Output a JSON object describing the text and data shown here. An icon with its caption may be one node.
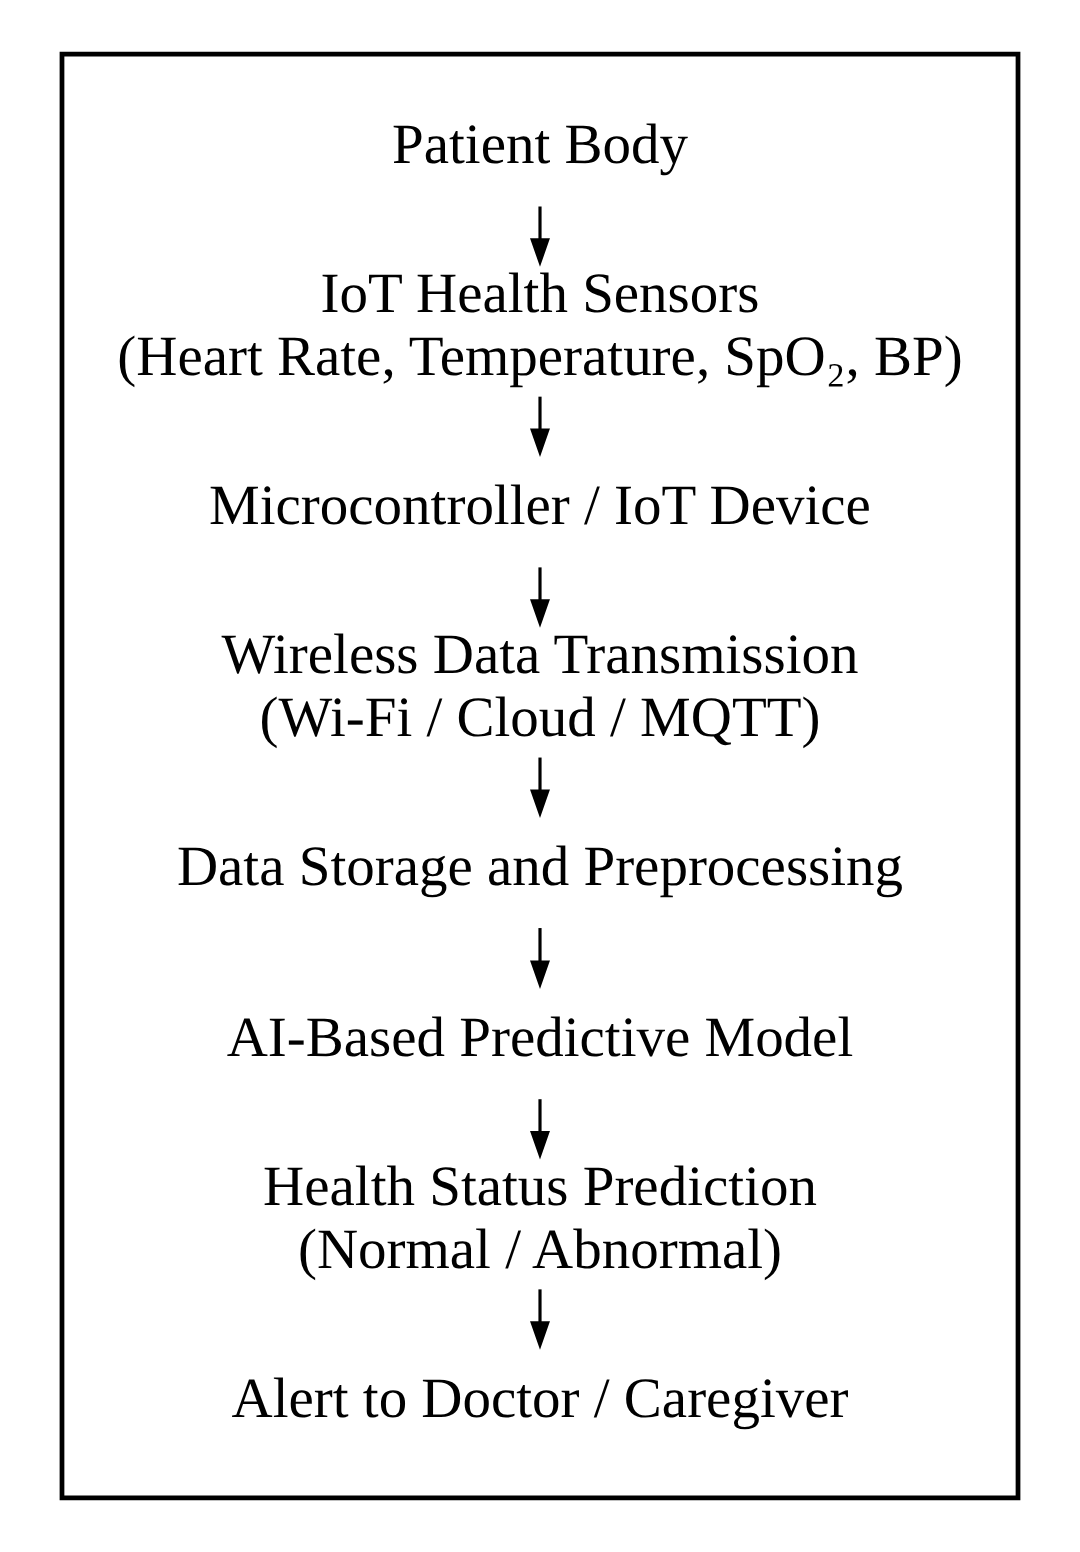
{
  "diagram": {
    "nodes": [
      {
        "text": [],
        "shape": "box"
      },
      {
        "text": [
          "Patient Body"
        ],
        "in": 0
      },
      {
        "text": [
          "IoT Health Sensors",
          "(Heart Rate, Temperature, SpO₂, BP)"
        ],
        "in": 0
      },
      {
        "text": [
          "Microcontroller / IoT Device"
        ],
        "in": 0
      },
      {
        "text": [
          "Wireless Data Transmission",
          "(Wi-Fi / Cloud / MQTT)"
        ],
        "in": 0
      },
      {
        "text": [
          "Data Storage and Preprocessing"
        ],
        "in": 0
      },
      {
        "text": [
          "AI-Based Predictive Model"
        ],
        "in": 0
      },
      {
        "text": [
          "Health Status Prediction",
          "(Normal / Abnormal)"
        ],
        "in": 0
      },
      {
        "text": [
          "Alert to Doctor / Caregiver"
        ],
        "in": 0
      }
    ],
    "edges": [
      {
        "from": 1,
        "to": 2,
        "arrow": "to"
      },
      {
        "from": 2,
        "to": 3,
        "arrow": "to"
      },
      {
        "from": 3,
        "to": 4,
        "arrow": "to"
      },
      {
        "from": 4,
        "to": 5,
        "arrow": "to"
      },
      {
        "from": 5,
        "to": 6,
        "arrow": "to"
      },
      {
        "from": 6,
        "to": 7,
        "arrow": "to"
      },
      {
        "from": 7,
        "to": 8,
        "arrow": "to"
      }
    ]
  }
}
